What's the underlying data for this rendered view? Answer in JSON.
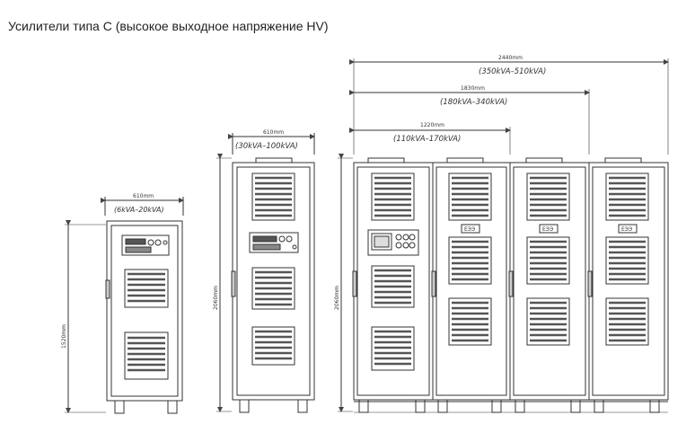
{
  "title": "Усилители типа С (высокое выходное напряжение HV)",
  "cabinets": {
    "small": {
      "width": "610mm",
      "range": "(6kVA–20kVA)",
      "height": "1520mm"
    },
    "medium": {
      "width": "610mm",
      "range": "(30kVA–100kVA)",
      "height": "2060mm"
    },
    "large": {
      "height": "2060mm",
      "widths": [
        {
          "width": "1220mm",
          "range": "(110kVA–170kVA)"
        },
        {
          "width": "1830mm",
          "range": "(180kVA–340kVA)"
        },
        {
          "width": "2440mm",
          "range": "(350kVA–510kVA)"
        }
      ],
      "tags": [
        "ЕЭЭ",
        "ЕЭЭ",
        "ЕЭЭ"
      ]
    }
  }
}
